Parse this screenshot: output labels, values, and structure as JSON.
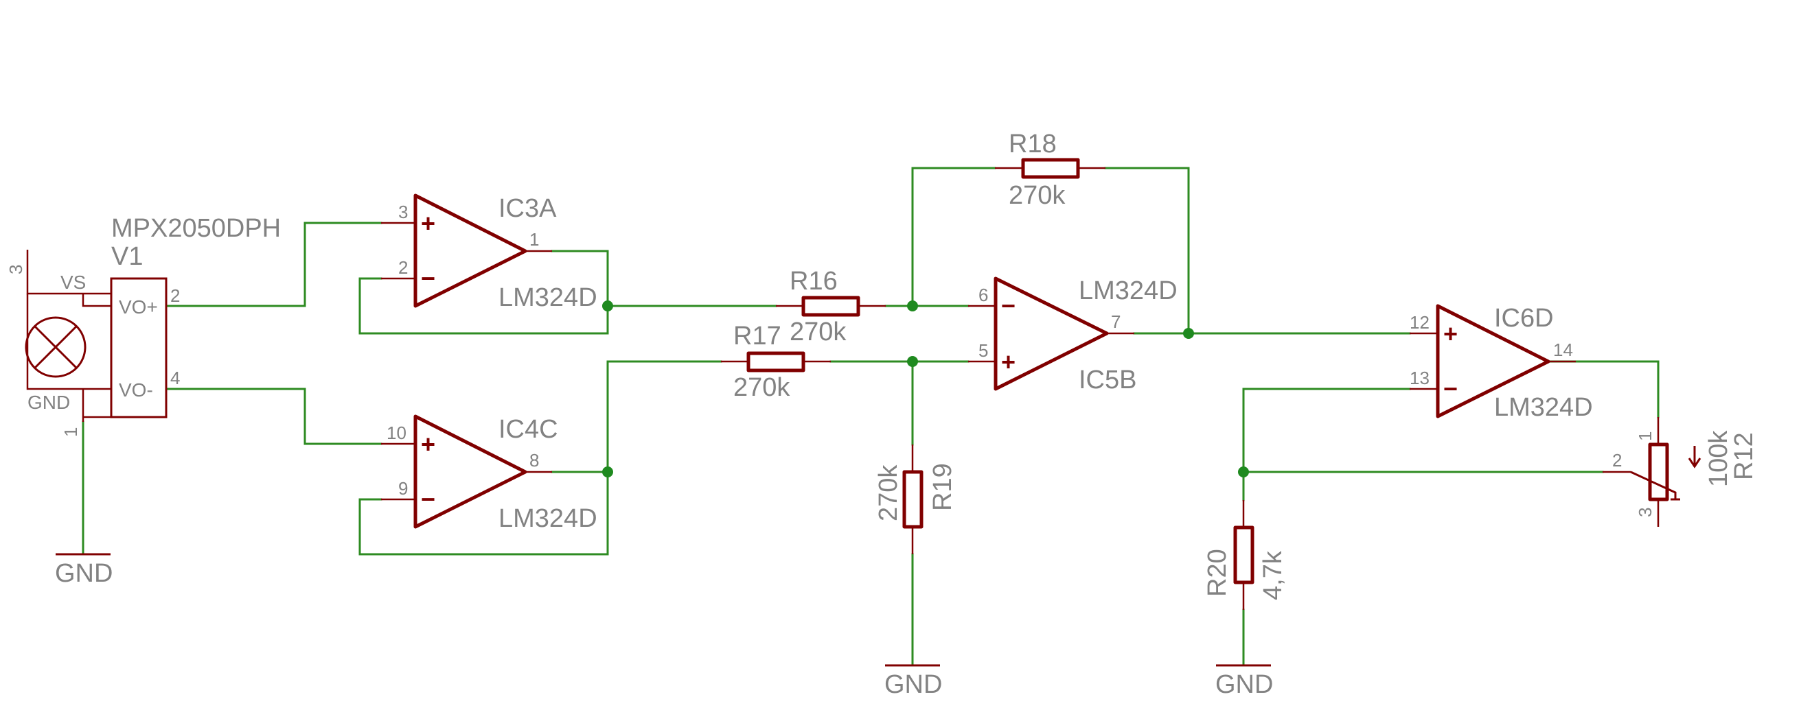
{
  "sensor": {
    "part": "MPX2050DPH",
    "name": "V1",
    "pins": {
      "vs": "VS",
      "vo_plus": "VO+",
      "vo_minus": "VO-",
      "gnd": "GND"
    },
    "pin_numbers": {
      "vs": "3",
      "vo_plus": "2",
      "vo_minus": "4",
      "gnd": "1"
    }
  },
  "ic3a": {
    "name": "IC3A",
    "value": "LM324D",
    "pin_plus": "3",
    "pin_minus": "2",
    "pin_out": "1"
  },
  "ic4c": {
    "name": "IC4C",
    "value": "LM324D",
    "pin_plus": "10",
    "pin_minus": "9",
    "pin_out": "8"
  },
  "ic5b": {
    "name": "IC5B",
    "value": "LM324D",
    "pin_plus": "5",
    "pin_minus": "6",
    "pin_out": "7"
  },
  "ic6d": {
    "name": "IC6D",
    "value": "LM324D",
    "pin_plus": "12",
    "pin_minus": "13",
    "pin_out": "14"
  },
  "r16": {
    "name": "R16",
    "value": "270k"
  },
  "r17": {
    "name": "R17",
    "value": "270k"
  },
  "r18": {
    "name": "R18",
    "value": "270k"
  },
  "r19": {
    "name": "R19",
    "value": "270k"
  },
  "r20": {
    "name": "R20",
    "value": "4,7k"
  },
  "r12": {
    "name": "R12",
    "value": "100k",
    "pin1": "1",
    "pin2": "2",
    "pin3": "3"
  },
  "gnd_label": "GND",
  "opamp_signs": {
    "plus": "+",
    "minus": "−"
  }
}
